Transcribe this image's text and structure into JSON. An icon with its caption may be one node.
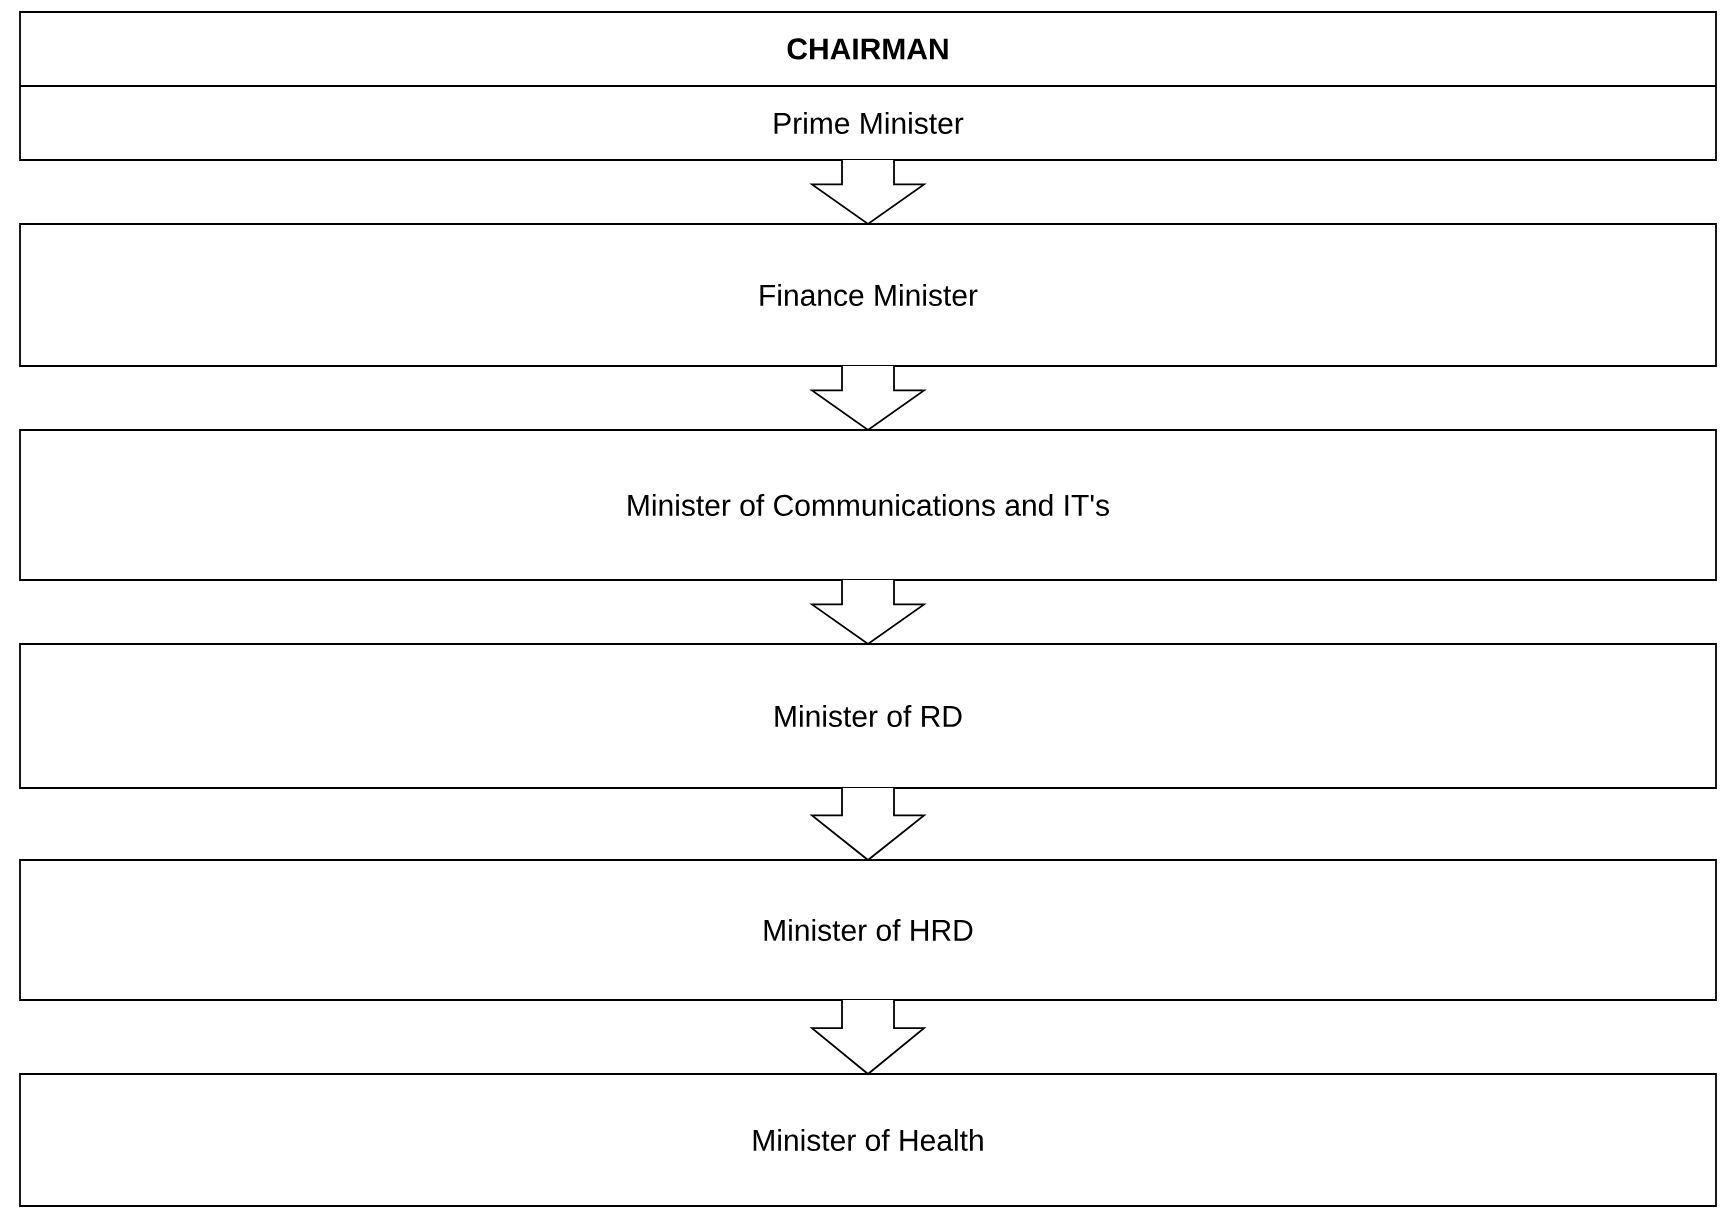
{
  "diagram": {
    "nodes": [
      {
        "text": [
          "CHAIRMAN",
          "Prime Minister"
        ]
      },
      {
        "text": [
          "Finance Minister"
        ]
      },
      {
        "text": [
          "Minister of Communications and IT's"
        ]
      },
      {
        "text": [
          "Minister of RD"
        ]
      },
      {
        "text": [
          "Minister of HRD"
        ]
      },
      {
        "text": [
          "Minister of Health"
        ]
      }
    ],
    "edges": [
      {
        "from": 0,
        "to": 1,
        "arrow": "to"
      },
      {
        "from": 1,
        "to": 2,
        "arrow": "to"
      },
      {
        "from": 2,
        "to": 3,
        "arrow": "to"
      },
      {
        "from": 3,
        "to": 4,
        "arrow": "to"
      },
      {
        "from": 4,
        "to": 5,
        "arrow": "to"
      }
    ]
  }
}
